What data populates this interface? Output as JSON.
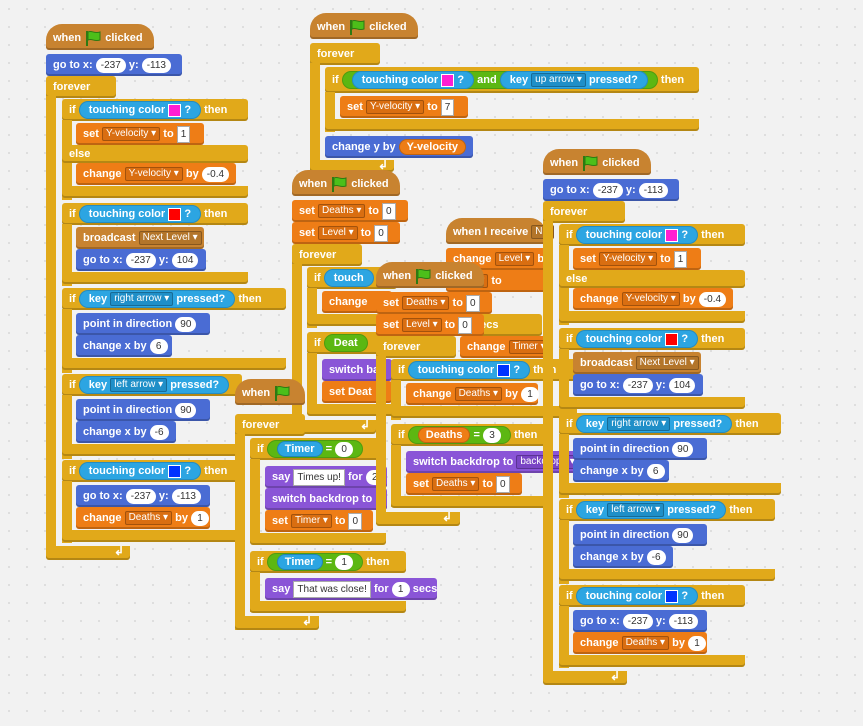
{
  "labels": {
    "when": "when",
    "clicked": "clicked",
    "forever": "forever",
    "if": "if",
    "then": "then",
    "else": "else",
    "go_to_x": "go to x:",
    "y": "y:",
    "set": "set",
    "to": "to",
    "change": "change",
    "by": "by",
    "touching_color": "touching color",
    "q": "?",
    "broadcast": "broadcast",
    "key": "key",
    "pressed": "pressed?",
    "point_in_direction": "point in direction",
    "change_x_by": "change x by",
    "change_y_by": "change y by",
    "and": "and",
    "when_i_receive": "when I receive",
    "switch_backdrop_to": "switch backdrop to",
    "say": "say",
    "for": "for",
    "secs": "secs",
    "eq": "="
  },
  "values": {
    "x_start": "-237",
    "y_start": "-113",
    "y_104": "104",
    "one": "1",
    "neg_point4": "-0.4",
    "seven": "7",
    "zero": "0",
    "ninety": "90",
    "six": "6",
    "neg_six": "-6",
    "three": "3",
    "two": "2"
  },
  "vars": {
    "y_velocity": "Y-velocity",
    "deaths": "Deaths",
    "level": "Level",
    "timer": "Timer"
  },
  "messages": {
    "next_level": "Next Level",
    "n_partial": "N"
  },
  "keys": {
    "right": "right arrow",
    "left": "left arrow",
    "up": "up arrow"
  },
  "backdrops": {
    "backdrop1": "backdrop1"
  },
  "says": {
    "times_up": "Times up!",
    "close": "That was close!"
  },
  "colors": {
    "control": "#e1a91a",
    "motion": "#4a6cd4",
    "data": "#ee7d16",
    "sensing": "#2ca5e2",
    "operators": "#5cb712",
    "events": "#c88330",
    "looks": "#8a55d7",
    "swatch_magenta": "#ff1fd2",
    "swatch_red": "#ff0000",
    "swatch_blue": "#0033ff"
  },
  "icons": {
    "green_flag": "green-flag-icon",
    "loop_arrow": "loop-arrow-icon"
  }
}
